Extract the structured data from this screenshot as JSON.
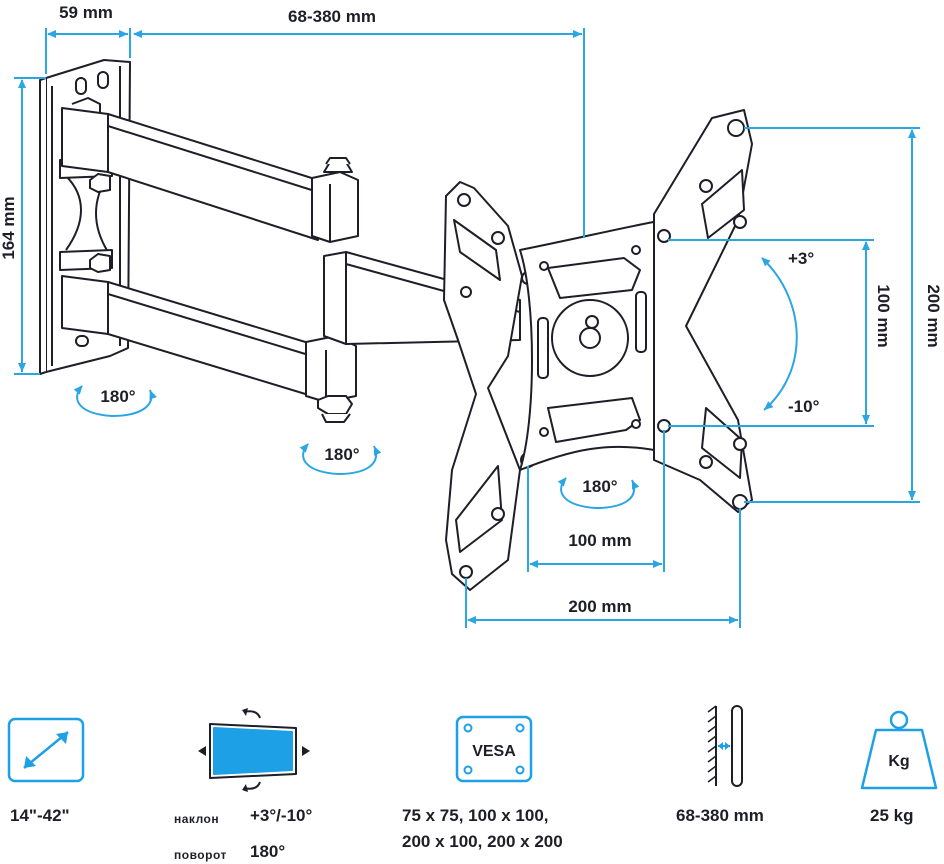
{
  "colors": {
    "line": "#1e1e28",
    "accent": "#1ea0e6",
    "dim": "#2aa6e3"
  },
  "dimensions": {
    "depth_wall": "59 mm",
    "arm_extension": "68-380 mm",
    "height_wall": "164 mm",
    "vesa_small_h": "100 mm",
    "vesa_large_h": "200 mm",
    "vesa_small_w": "100 mm",
    "vesa_large_w": "200 mm"
  },
  "rotations": {
    "wall_swivel": "180°",
    "arm_swivel": "180°",
    "plate_rotate": "180°",
    "tilt_up": "+3°",
    "tilt_down": "-10°"
  },
  "specs": {
    "screen_size": {
      "icon": "diagonal-arrow-icon",
      "value": "14\"-42\""
    },
    "adjust": {
      "icon": "tilt-swivel-screen-icon",
      "tilt_label": "наклон",
      "tilt_value": "+3°/-10°",
      "swivel_label": "поворот",
      "swivel_value": "180°"
    },
    "vesa": {
      "icon": "vesa-plate-icon",
      "icon_text": "VESA",
      "line1": "75 x 75, 100 x 100,",
      "line2": "200 x 100, 200 x 200"
    },
    "wall_distance": {
      "icon": "wall-distance-icon",
      "value": "68-380 mm"
    },
    "load": {
      "icon": "weight-icon",
      "icon_text": "Kg",
      "value": "25 kg"
    }
  }
}
